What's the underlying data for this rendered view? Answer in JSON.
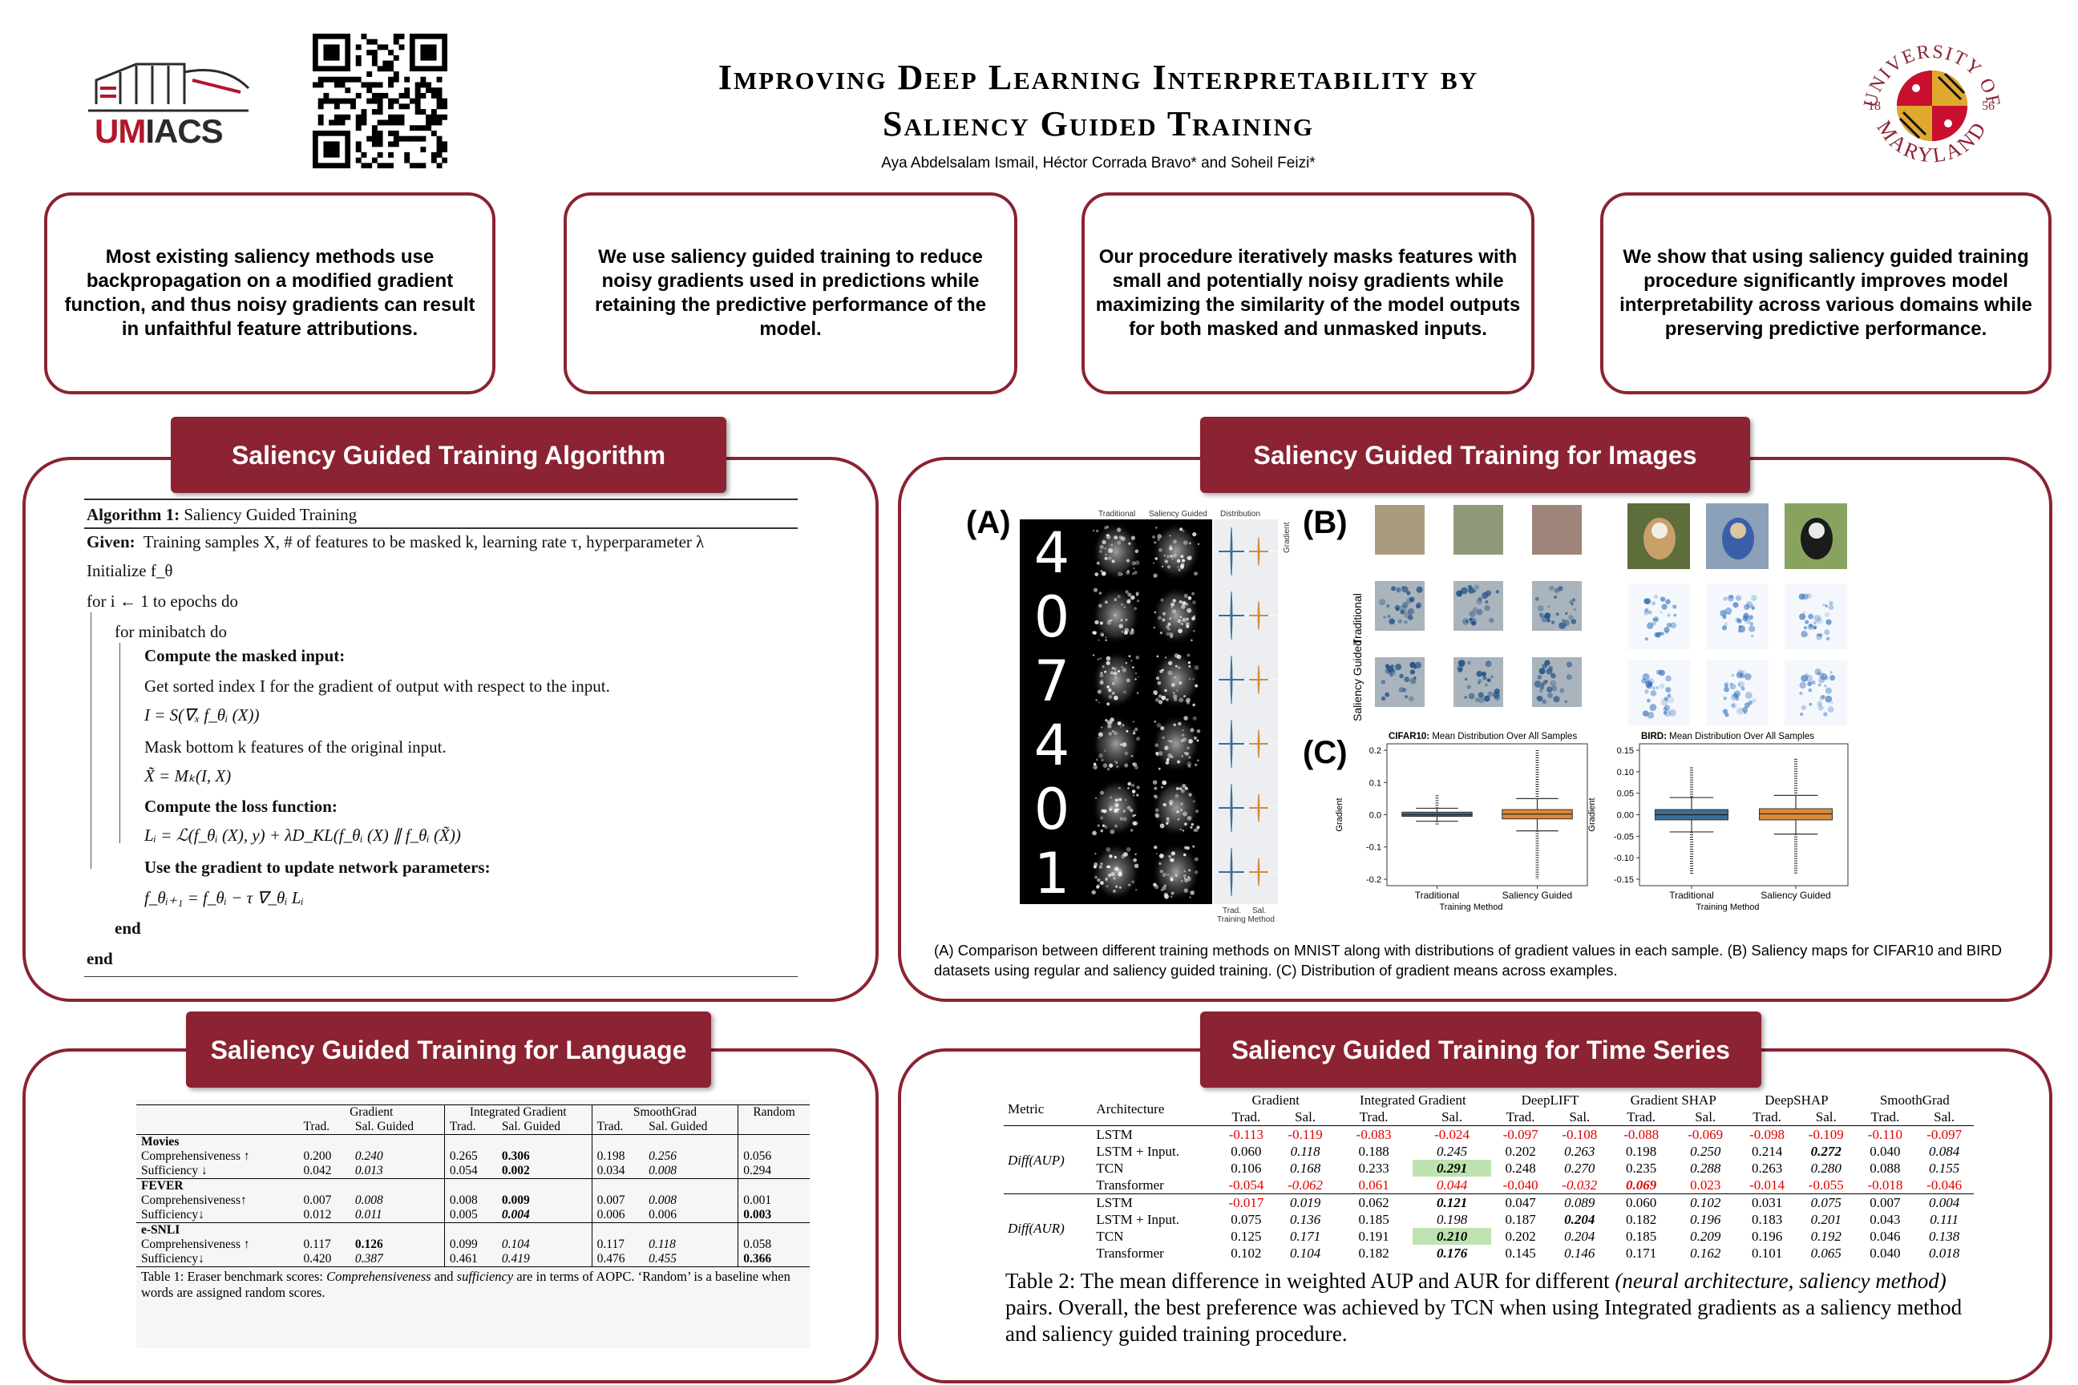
{
  "header": {
    "logo_left": "UMIACS",
    "logo_left_parts": [
      "UM",
      "IACS"
    ],
    "title_line1": "Improving Deep Learning Interpretability by",
    "title_line2": "Saliency Guided Training",
    "authors": "Aya Abdelsalam Ismail, Héctor Corrada Bravo* and Soheil Feizi*",
    "seal_top": "UNIVERSITY OF",
    "seal_bottom": "MARYLAND",
    "seal_left": "18",
    "seal_right": "56"
  },
  "claims": [
    "Most existing saliency methods use backpropagation on a modified gradient function, and thus noisy gradients can result in unfaithful feature attributions.",
    "We use saliency guided training to reduce noisy gradients used in predictions while retaining the predictive performance of the model.",
    "Our procedure iteratively masks features with small and potentially noisy gradients while maximizing the similarity of the model outputs for both masked and unmasked inputs.",
    "We show that using saliency guided  training procedure significantly improves model interpretability across various domains while preserving predictive performance."
  ],
  "sections": {
    "algorithm": "Saliency Guided Training Algorithm",
    "images": "Saliency Guided Training  for Images",
    "language": "Saliency Guided Training  for Language",
    "timeseries": "Saliency Guided Training  for Time Series"
  },
  "algorithm": {
    "name": "Algorithm 1:",
    "name_rest": "Saliency Guided Training",
    "given_kw": "Given:",
    "given": "Training samples X, # of features to be masked k, learning rate τ, hyperparameter λ",
    "init": "Initialize f_θ",
    "for_epochs": "for i ← 1 to epochs do",
    "for_minibatch": "for minibatch do",
    "step1": "Compute the masked input:",
    "step1a": "Get sorted index I for the gradient of output with respect to the input.",
    "eq1": "I = S(∇ₓ f_θᵢ (X))",
    "step1b": "Mask bottom k features of the original input.",
    "eq2": "X̃ = Mₖ(I, X)",
    "step2": "Compute the loss function:",
    "eq3": "Lᵢ = ℒ(f_θᵢ (X), y) + λD_KL(f_θᵢ (X) ∥ f_θᵢ (X̃))",
    "step3": "Use the gradient to update network parameters:",
    "eq4": "f_θᵢ₊₁ = f_θᵢ − τ ∇_θᵢ Lᵢ",
    "end1": "end",
    "end2": "end"
  },
  "images_panel": {
    "label_a": "(A)",
    "label_b": "(B)",
    "label_c": "(C)",
    "mnist_cols": [
      "Traditional",
      "Saliency Guided",
      "Distribution"
    ],
    "mnist_digits": [
      "4",
      "0",
      "7",
      "4",
      "0",
      "1"
    ],
    "mnist_ylabel": "Gradient",
    "mnist_xlabel": "Training Method",
    "mnist_xticks": [
      "Trad.",
      "Sal."
    ],
    "row_labels": [
      "Traditional",
      "Saliency Guided"
    ],
    "caption": "(A) Comparison between different training methods on MNIST along with distributions of gradient values in each sample. (B) Saliency maps for CIFAR10 and BIRD datasets using regular and saliency guided training. (C) Distribution of gradient means across examples."
  },
  "chart_data": [
    {
      "type": "box",
      "title_bold": "CIFAR10:",
      "title_rest": "Mean Distribution Over All Samples",
      "categories": [
        "Traditional",
        "Saliency Guided"
      ],
      "xlabel": "Training Method",
      "ylabel": "Gradient",
      "ylim": [
        -0.22,
        0.22
      ],
      "yticks": [
        "0.2",
        "0.1",
        "0.0",
        "-0.1",
        "-0.2"
      ],
      "ytick_values": [
        0.2,
        0.1,
        0.0,
        -0.1,
        -0.2
      ],
      "boxes": [
        {
          "name": "Traditional",
          "q1": -0.005,
          "median": 0.0,
          "q3": 0.008,
          "whisker_low": -0.02,
          "whisker_high": 0.02,
          "outliers_low": -0.03,
          "outliers_high": 0.06,
          "color": "#3a6e99"
        },
        {
          "name": "Saliency Guided",
          "q1": -0.013,
          "median": 0.002,
          "q3": 0.016,
          "whisker_low": -0.05,
          "whisker_high": 0.05,
          "outliers_low": -0.2,
          "outliers_high": 0.2,
          "color": "#d98a3a"
        }
      ]
    },
    {
      "type": "box",
      "title_bold": "BIRD:",
      "title_rest": "Mean Distribution Over All Samples",
      "categories": [
        "Traditional",
        "Saliency Guided"
      ],
      "xlabel": "Training Method",
      "ylabel": "Gradient",
      "ylim": [
        -0.165,
        0.165
      ],
      "yticks": [
        "0.15",
        "0.10",
        "0.05",
        "0.00",
        "-0.05",
        "-0.10",
        "-0.15"
      ],
      "ytick_values": [
        0.15,
        0.1,
        0.05,
        0.0,
        -0.05,
        -0.1,
        -0.15
      ],
      "boxes": [
        {
          "name": "Traditional",
          "q1": -0.012,
          "median": 0.0,
          "q3": 0.012,
          "whisker_low": -0.04,
          "whisker_high": 0.04,
          "outliers_low": -0.14,
          "outliers_high": 0.11,
          "color": "#3a6e99"
        },
        {
          "name": "Saliency Guided",
          "q1": -0.012,
          "median": 0.002,
          "q3": 0.014,
          "whisker_low": -0.045,
          "whisker_high": 0.045,
          "outliers_low": -0.14,
          "outliers_high": 0.13,
          "color": "#d98a3a"
        }
      ]
    }
  ],
  "table1": {
    "groups": [
      "Gradient",
      "Integrated Gradient",
      "SmoothGrad",
      "Random"
    ],
    "subheads": [
      "Trad.",
      "Sal. Guided",
      "Trad.",
      "Sal. Guided",
      "Trad.",
      "Sal. Guided"
    ],
    "sections": [
      {
        "name": "Movies",
        "rows": [
          {
            "metric": "Comprehensiveness ↑",
            "vals": [
              "0.200",
              "0.240",
              "0.265",
              "0.306",
              "0.198",
              "0.256",
              "0.056"
            ]
          },
          {
            "metric": "Sufficiency ↓",
            "vals": [
              "0.042",
              "0.013",
              "0.054",
              "0.002",
              "0.034",
              "0.008",
              "0.294"
            ]
          }
        ]
      },
      {
        "name": "FEVER",
        "rows": [
          {
            "metric": "Comprehensiveness↑",
            "vals": [
              "0.007",
              "0.008",
              "0.008",
              "0.009",
              "0.007",
              "0.008",
              "0.001"
            ]
          },
          {
            "metric": "Sufficiency↓",
            "vals": [
              "0.012",
              "0.011",
              "0.005",
              "0.004",
              "0.006",
              "0.006",
              "0.003"
            ]
          }
        ]
      },
      {
        "name": "e-SNLI",
        "rows": [
          {
            "metric": "Comprehensiveness ↑",
            "vals": [
              "0.117",
              "0.126",
              "0.099",
              "0.104",
              "0.117",
              "0.118",
              "0.058"
            ]
          },
          {
            "metric": "Sufficiency↓",
            "vals": [
              "0.420",
              "0.387",
              "0.461",
              "0.419",
              "0.476",
              "0.455",
              "0.366"
            ]
          }
        ]
      }
    ],
    "caption_prefix": "Table 1:  Eraser benchmark scores: ",
    "caption_it1": "Comprehensiveness",
    "caption_mid": " and ",
    "caption_it2": "sufficiency",
    "caption_rest": " are in terms of AOPC. ‘Random’ is a baseline when words are assigned random scores."
  },
  "table2": {
    "metric_head": "Metric",
    "arch_head": "Architecture",
    "groups": [
      "Gradient",
      "Integrated Gradient",
      "DeepLIFT",
      "Gradient SHAP",
      "DeepSHAP",
      "SmoothGrad"
    ],
    "subheads": [
      "Trad.",
      "Sal.",
      "Trad.",
      "Sal.",
      "Trad.",
      "Sal.",
      "Trad.",
      "Sal.",
      "Trad.",
      "Sal.",
      "Trad.",
      "Sal."
    ],
    "blocks": [
      {
        "metric": "Diff(AUP)",
        "rows": [
          {
            "arch": "LSTM",
            "vals": [
              "-0.113",
              "-0.119",
              "-0.083",
              "-0.024",
              "-0.097",
              "-0.108",
              "-0.088",
              "-0.069",
              "-0.098",
              "-0.109",
              "-0.110",
              "-0.097"
            ]
          },
          {
            "arch": "LSTM + Input.",
            "vals": [
              "0.060",
              "0.118",
              "0.188",
              "0.245",
              "0.202",
              "0.263",
              "0.198",
              "0.250",
              "0.214",
              "0.272",
              "0.040",
              "0.084"
            ]
          },
          {
            "arch": "TCN",
            "vals": [
              "0.106",
              "0.168",
              "0.233",
              "0.291",
              "0.248",
              "0.270",
              "0.235",
              "0.288",
              "0.263",
              "0.280",
              "0.088",
              "0.155"
            ]
          },
          {
            "arch": "Transformer",
            "vals": [
              "-0.054",
              "-0.062",
              "0.061",
              "0.044",
              "-0.040",
              "-0.032",
              "0.069",
              "0.023",
              "-0.014",
              "-0.055",
              "-0.018",
              "-0.046"
            ]
          }
        ]
      },
      {
        "metric": "Diff(AUR)",
        "rows": [
          {
            "arch": "LSTM",
            "vals": [
              "-0.017",
              "0.019",
              "0.062",
              "0.121",
              "0.047",
              "0.089",
              "0.060",
              "0.102",
              "0.031",
              "0.075",
              "0.007",
              "0.004"
            ]
          },
          {
            "arch": "LSTM + Input.",
            "vals": [
              "0.075",
              "0.136",
              "0.185",
              "0.198",
              "0.187",
              "0.204",
              "0.182",
              "0.196",
              "0.183",
              "0.201",
              "0.043",
              "0.111"
            ]
          },
          {
            "arch": "TCN",
            "vals": [
              "0.125",
              "0.171",
              "0.191",
              "0.210",
              "0.202",
              "0.204",
              "0.185",
              "0.209",
              "0.196",
              "0.192",
              "0.046",
              "0.138"
            ]
          },
          {
            "arch": "Transformer",
            "vals": [
              "0.102",
              "0.104",
              "0.182",
              "0.176",
              "0.145",
              "0.146",
              "0.171",
              "0.162",
              "0.101",
              "0.065",
              "0.040",
              "0.018"
            ]
          }
        ]
      }
    ],
    "caption_prefix": "Table 2: The mean difference in weighted AUP and AUR for different ",
    "caption_it": "(neural architecture, saliency method)",
    "caption_rest": " pairs. Overall, the best preference was achieved by TCN when using Integrated gradients as a saliency method and saliency guided training procedure."
  },
  "colors": {
    "maroon": "#8b2332",
    "red": "#e00000",
    "highlight": "#bfe3b0",
    "box_blue": "#3a6e99",
    "box_orange": "#d98a3a"
  }
}
